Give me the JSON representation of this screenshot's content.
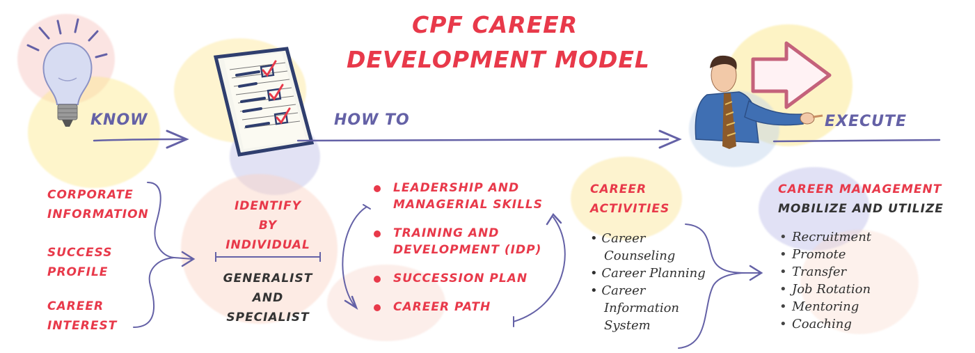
{
  "title": {
    "line1": "CPF CAREER",
    "line2": "DEVELOPMENT MODEL"
  },
  "stages": {
    "know": "KNOW",
    "how_to": "HOW TO",
    "execute": "EXECUTE"
  },
  "know_items": [
    "CORPORATE",
    "INFORMATION",
    "SUCCESS",
    "PROFILE",
    "CAREER",
    "INTEREST"
  ],
  "identify": {
    "heading": [
      "IDENTIFY",
      "BY",
      "INDIVIDUAL"
    ],
    "sub": [
      "GENERALIST",
      "AND",
      "SPECIALIST"
    ]
  },
  "howto_items": [
    {
      "lines": [
        "LEADERSHIP AND",
        "MANAGERIAL SKILLS"
      ]
    },
    {
      "lines": [
        "TRAINING AND",
        "DEVELOPMENT (IDP)"
      ]
    },
    {
      "lines": [
        "SUCCESSION PLAN"
      ]
    },
    {
      "lines": [
        "CAREER PATH"
      ]
    }
  ],
  "career_activities": {
    "heading": [
      "CAREER",
      "ACTIVITIES"
    ],
    "items": [
      "Career",
      "Counseling",
      "Career Planning",
      "Career",
      "Information",
      "System"
    ]
  },
  "career_management": {
    "heading": "CAREER MANAGEMENT",
    "subheading": "MOBILIZE AND UTILIZE",
    "items": [
      "Recruitment",
      "Promote",
      "Transfer",
      "Job Rotation",
      "Mentoring",
      "Coaching"
    ]
  },
  "colors": {
    "red": "#e8394a",
    "purple": "#6461a6",
    "dark": "#333333"
  },
  "icons": [
    "lightbulb-icon",
    "checklist-icon",
    "presenter-icon",
    "arrow-sign-icon"
  ]
}
